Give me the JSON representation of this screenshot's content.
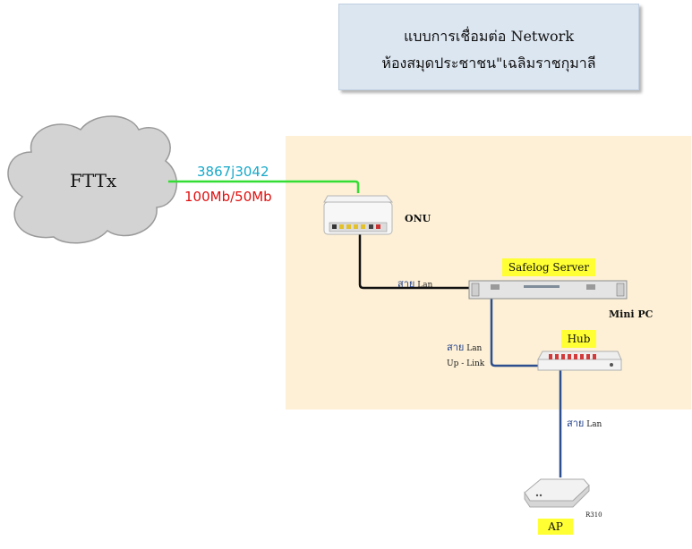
{
  "title": {
    "line1": "แบบการเชื่อมต่อ Network",
    "line2": "ห้องสมุดประชาชน\"เฉลิมราชกุมาลี"
  },
  "cloud": {
    "label": "FTTx"
  },
  "link": {
    "circuit_id": "3867j3042",
    "speed": "100Mb/50Mb"
  },
  "devices": {
    "onu": "ONU",
    "server_tag": "Safelog Server",
    "mini_pc": "Mini PC",
    "hub": "Hub",
    "ap_model": "R310",
    "ap": "AP"
  },
  "cables": {
    "lan1": {
      "thai": "สาย",
      "text": "Lan"
    },
    "lan2": {
      "thai": "สาย",
      "text": "Lan",
      "sub": "Up - Link"
    },
    "lan3": {
      "thai": "สาย",
      "text": "Lan"
    }
  },
  "colors": {
    "title_bg": "#dce6f1",
    "zone_bg": "#fdf0d6",
    "tag_bg": "#ffff33",
    "fiber_line": "#33dd33",
    "circuit_text": "#17a9c9",
    "speed_text": "#e01010",
    "cable_black": "#111111",
    "cable_blue": "#2d4f8f"
  }
}
